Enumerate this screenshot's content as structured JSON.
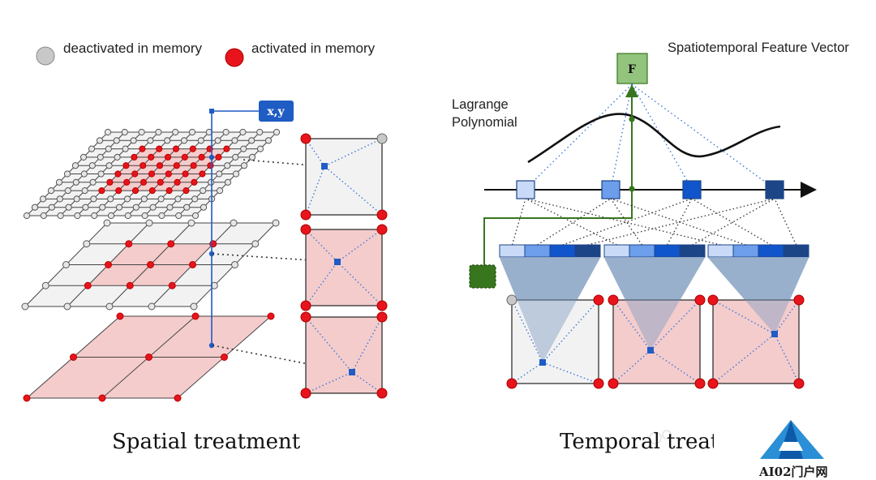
{
  "legend": {
    "deactivated_label": "deactivated in memory",
    "activated_label": "activated in memory",
    "deactivated_color": "#c8c8c8",
    "activated_color": "#e8141c"
  },
  "query_point_label": "x,y",
  "feature_vector_label": "Spatiotemporal Feature Vector",
  "feature_box_label": "F",
  "lagrange_label_line1": "Lagrange",
  "lagrange_label_line2": "Polynomial",
  "captions": {
    "spatial": "Spatial treatment",
    "temporal": "Temporal treatr"
  },
  "watermark_text": "AI02门户网",
  "colors": {
    "node_red": "#e8141c",
    "node_gray": "#c8c8c8",
    "cell_pink": "#f4cccc",
    "cell_gray": "#f2f2f2",
    "query_blue": "#1f5cc4",
    "feature_green": "#93c47d",
    "feature_dark_green": "#38761d",
    "cone_blue": "#8fa9c8",
    "time_node_colors": [
      "#c9daf8",
      "#6d9eeb",
      "#1155cc",
      "#1c4587"
    ]
  }
}
